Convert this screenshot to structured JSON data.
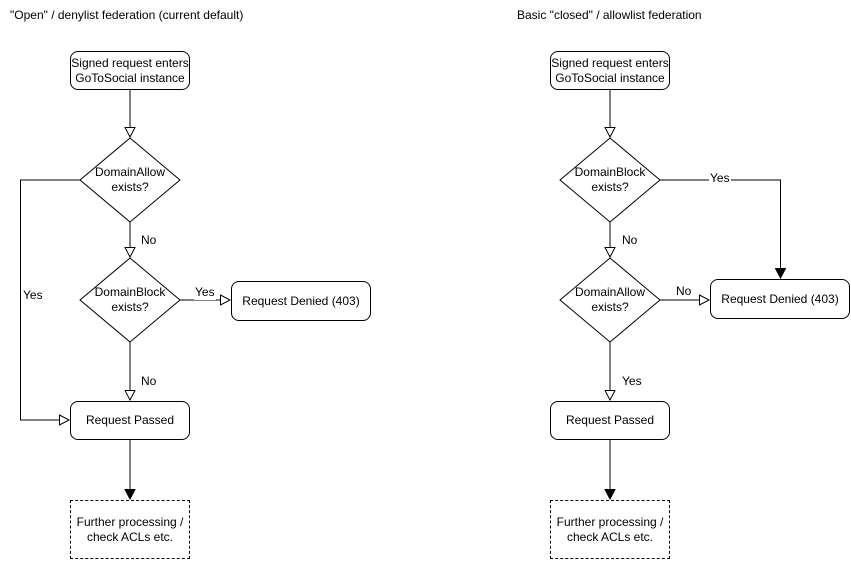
{
  "left_chart": {
    "title": "\"Open\" / denylist federation (current default)",
    "nodes": {
      "start": "Signed request enters\nGoToSocial instance",
      "decision_allow": "DomainAllow\nexists?",
      "decision_block": "DomainBlock\nexists?",
      "denied": "Request Denied (403)",
      "passed": "Request Passed",
      "further": "Further processing /\ncheck ACLs etc."
    },
    "labels": {
      "allow_no": "No",
      "allow_yes": "Yes",
      "block_yes": "Yes",
      "block_no": "No"
    }
  },
  "right_chart": {
    "title": "Basic \"closed\" / allowlist federation",
    "nodes": {
      "start": "Signed request enters\nGoToSocial instance",
      "decision_block": "DomainBlock\nexists?",
      "decision_allow": "DomainAllow\nexists?",
      "denied": "Request Denied (403)",
      "passed": "Request Passed",
      "further": "Further processing /\ncheck ACLs etc."
    },
    "labels": {
      "block_yes": "Yes",
      "block_no": "No",
      "allow_no": "No",
      "allow_yes": "Yes"
    }
  },
  "colors": {
    "stroke": "#000000",
    "node_fill": "#ffffff",
    "text": "#000000",
    "background": "#ffffff"
  }
}
